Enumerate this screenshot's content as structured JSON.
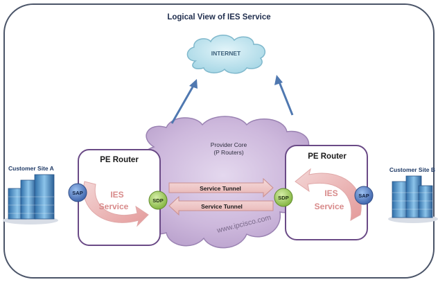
{
  "title": "Logical View of IES Service",
  "internet": {
    "label": "INTERNET"
  },
  "provider_core": {
    "line1": "Provider Core",
    "line2": "(P Routers)"
  },
  "left_router": {
    "title": "PE Router",
    "service_line1": "IES",
    "service_line2": "Service",
    "sap": "SAP",
    "sdp": "SDP"
  },
  "right_router": {
    "title": "PE Router",
    "service_line1": "IES",
    "service_line2": "Service",
    "sap": "SAP",
    "sdp": "SDP"
  },
  "tunnels": {
    "top": "Service Tunnel",
    "bottom": "Service Tunnel"
  },
  "customer_a": {
    "label": "Customer Site A"
  },
  "customer_b": {
    "label": "Customer Site B"
  },
  "watermark": "www.ipcisco.com",
  "colors": {
    "frame": "#4a5468",
    "cloud_purple": "#c9b3d9",
    "router_border": "#6a4a86",
    "internet_cloud": "#aeddea",
    "arrow_blue": "#4f78b0",
    "service_text": "#d88a8a",
    "sap": "#4a6fb8",
    "sdp": "#8fc24a"
  }
}
